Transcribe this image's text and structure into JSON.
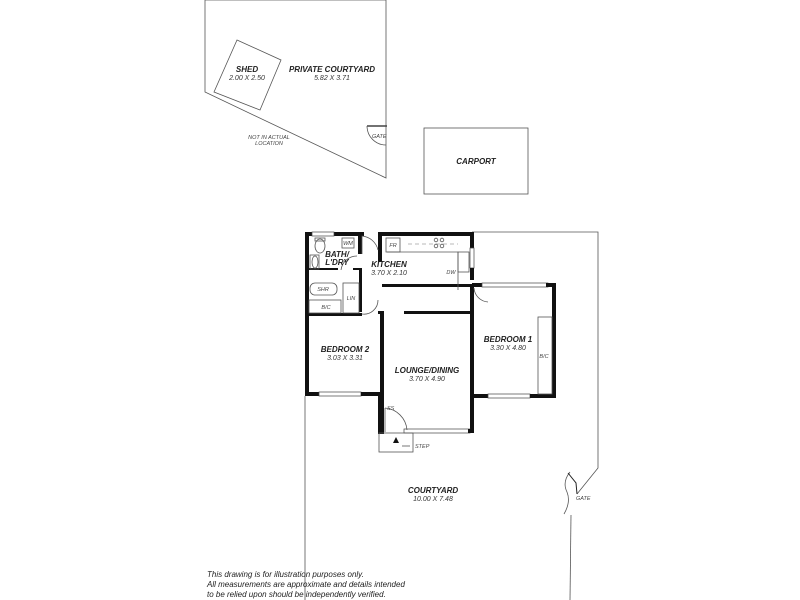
{
  "floorplan": {
    "rooms": [
      {
        "id": "private-courtyard",
        "name": "PRIVATE COURTYARD",
        "dims": "5.82 X 3.71"
      },
      {
        "id": "shed",
        "name": "SHED",
        "dims": "2.00 X 2.50"
      },
      {
        "id": "carport",
        "name": "CARPORT",
        "dims": ""
      },
      {
        "id": "bath-laundry",
        "name_line1": "BATH/",
        "name_line2": "L'DRY"
      },
      {
        "id": "kitchen",
        "name": "KITCHEN",
        "dims": "3.70 X 2.10"
      },
      {
        "id": "bedroom-2",
        "name": "BEDROOM 2",
        "dims": "3.03 X 3.31"
      },
      {
        "id": "lounge-dining",
        "name": "LOUNGE/DINING",
        "dims": "3.70 X 4.90"
      },
      {
        "id": "bedroom-1",
        "name": "BEDROOM 1",
        "dims": "3.30 X 4.80"
      },
      {
        "id": "courtyard",
        "name": "COURTYARD",
        "dims": "10.00 X 7.48"
      }
    ],
    "notes": {
      "not_actual_line1": "NOT IN ACTUAL",
      "not_actual_line2": "LOCATION",
      "gate_top": "GATE",
      "gate_right": "GATE",
      "step": "STEP"
    },
    "fixtures": {
      "wm": "WM",
      "fr": "FR",
      "dw": "DW",
      "shr": "SHR",
      "lin": "LIN",
      "bc_bath": "B/C",
      "bc_bed1": "B/C",
      "ss": "SS"
    },
    "disclaimer": [
      "This drawing is for illustration purposes only.",
      "All measurements are approximate and details intended",
      "to be relied upon should be independently verified."
    ]
  }
}
